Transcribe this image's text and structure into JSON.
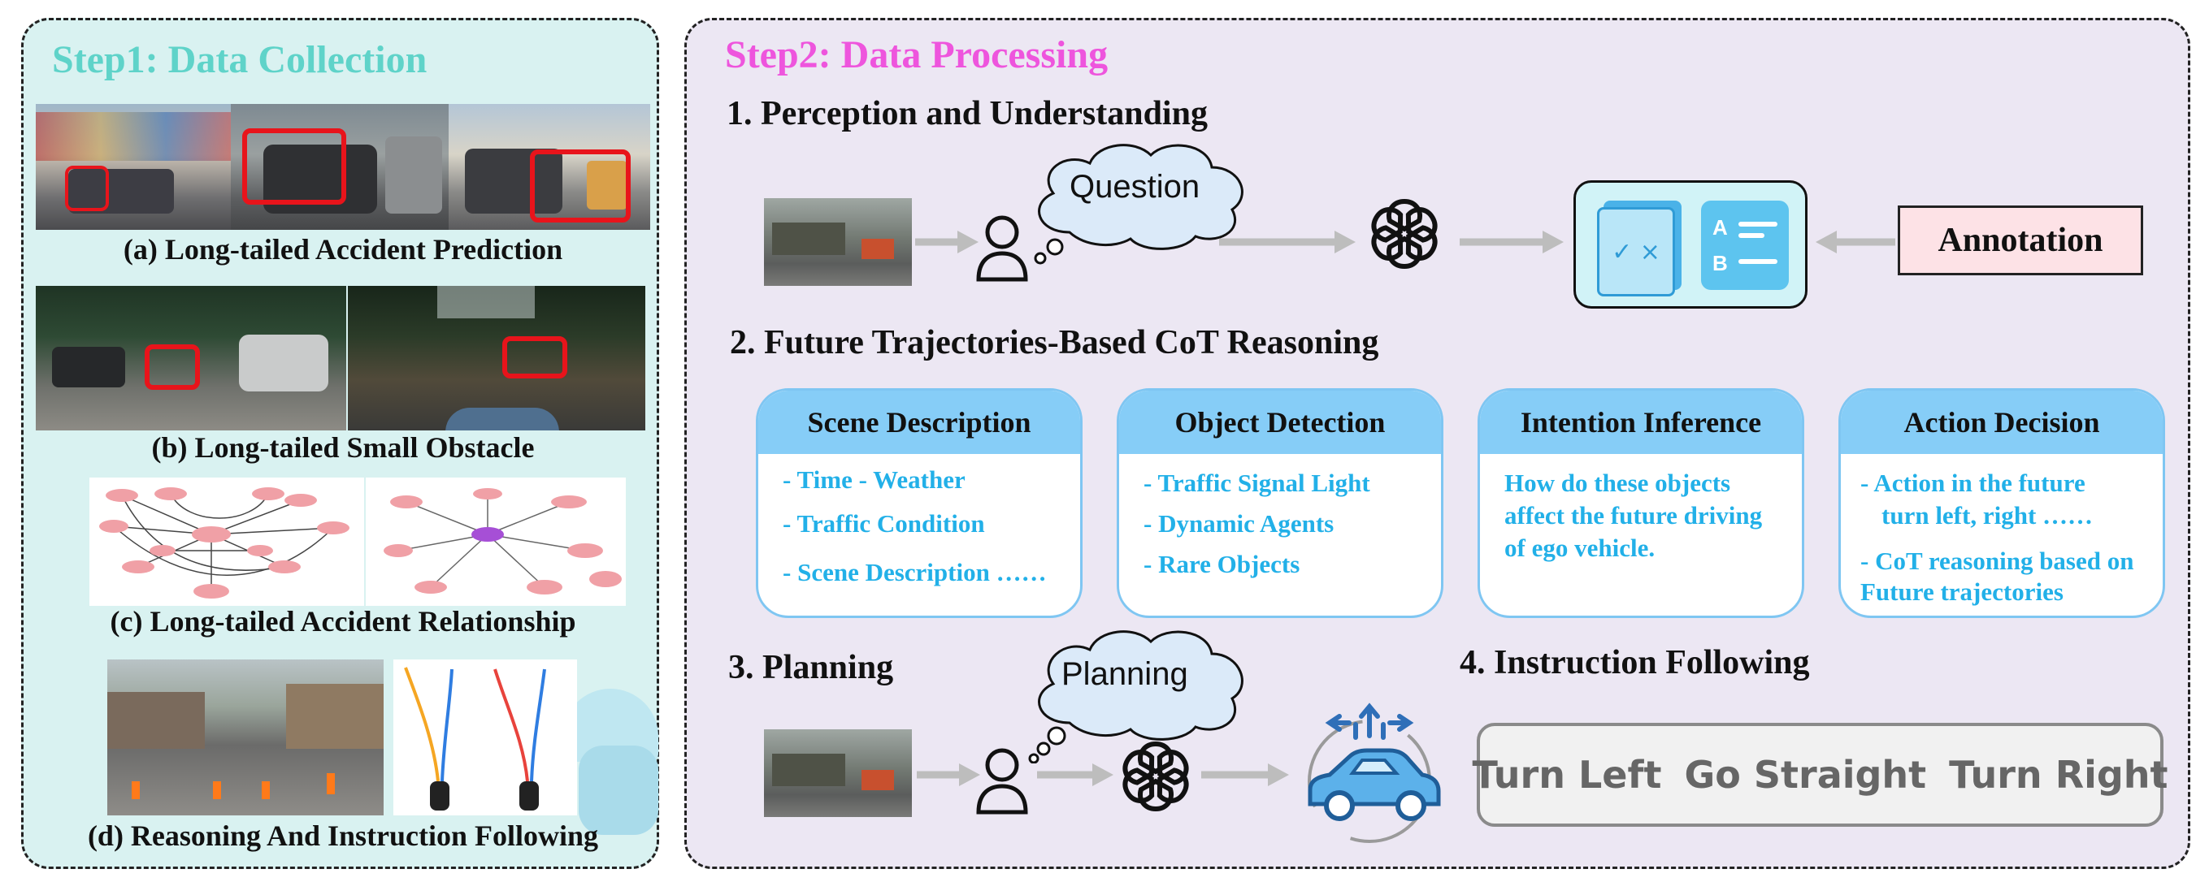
{
  "step1": {
    "title": "Step1: Data Collection",
    "captions": {
      "a": "(a) Long-tailed Accident Prediction",
      "b": "(b) Long-tailed Small Obstacle",
      "c": "(c) Long-tailed Accident Relationship",
      "d": "(d) Reasoning And Instruction Following"
    }
  },
  "step2": {
    "title": "Step2: Data Processing",
    "sections": {
      "s1": "1. Perception and Understanding",
      "s2": "2. Future Trajectories-Based CoT Reasoning",
      "s3": "3. Planning",
      "s4": "4. Instruction Following"
    },
    "perception": {
      "cloud": "Question",
      "annotation": "Annotation"
    },
    "cards": [
      {
        "title": "Scene Description",
        "lines": [
          "- Time - Weather",
          "- Traffic Condition",
          "- Scene Description ……"
        ]
      },
      {
        "title": "Object Detection",
        "lines": [
          "- Traffic Signal Light",
          "- Dynamic Agents",
          "- Rare Objects"
        ]
      },
      {
        "title": "Intention Inference",
        "lines": [
          "How do these objects",
          "affect the future driving",
          "of ego vehicle."
        ]
      },
      {
        "title": "Action Decision",
        "lines": [
          "- Action in the future",
          "turn left, right ……",
          "- CoT reasoning based on",
          "Future trajectories"
        ]
      }
    ],
    "planning": {
      "cloud": "Planning"
    },
    "instructions": [
      "Turn Left",
      "Go Straight",
      "Turn Right"
    ]
  },
  "colors": {
    "step1_title": "#5fd3c9",
    "step2_title": "#ee55dd",
    "card_header": "#86cdf7",
    "card_text": "#22b0e8",
    "highlight_box": "#e8141b",
    "arrow": "#bdbdbd",
    "annotation_fill": "#fde2e6"
  }
}
